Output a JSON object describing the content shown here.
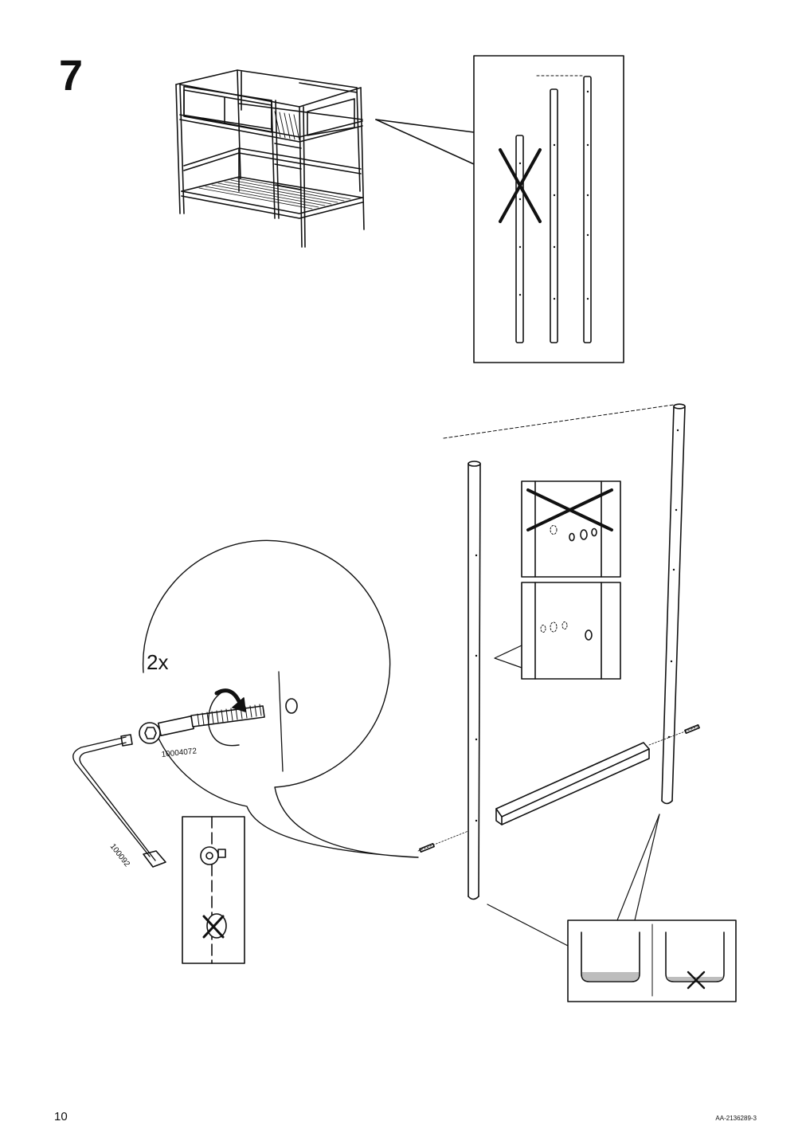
{
  "page": {
    "step_number": "7",
    "page_number": "10",
    "doc_id": "AA-2136289-3"
  },
  "callout": {
    "quantity": "2x",
    "bolt_part": "10004072",
    "key_part": "100092"
  },
  "icons": [
    "bunk-bed",
    "post-comparison",
    "cross-mark",
    "bolt",
    "allen-key",
    "rail",
    "foot-cap"
  ]
}
